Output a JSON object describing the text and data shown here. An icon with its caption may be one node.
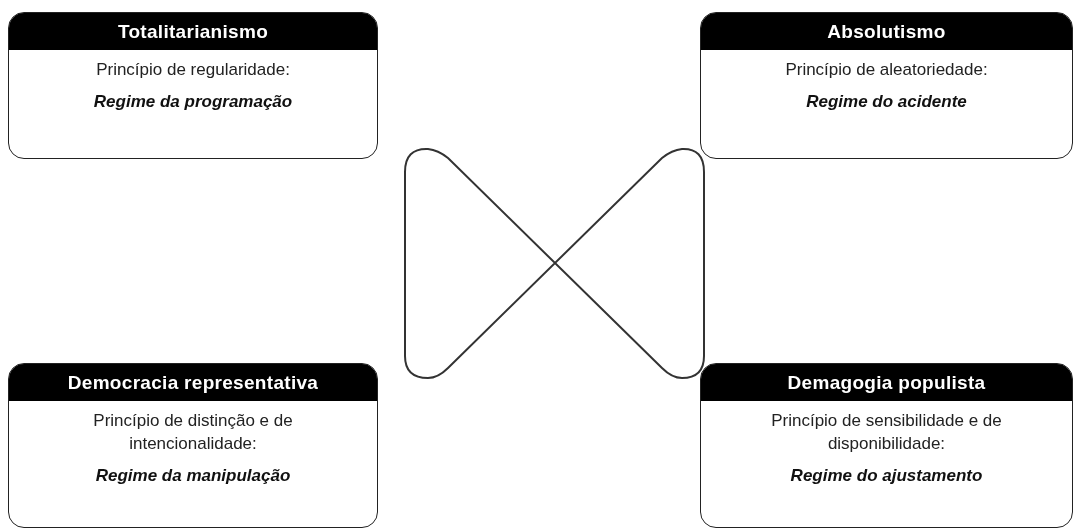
{
  "diagram": {
    "nodes": [
      {
        "text": [
          "Totalitarianismo",
          "Princípio de regularidade:",
          "Regime da programação"
        ]
      },
      {
        "text": [
          "Absolutismo",
          "Princípio de aleatoriedade:",
          "Regime do acidente"
        ]
      },
      {
        "text": [
          "Democracia representativa",
          "Princípio de distinção e de intencionalidade:",
          "Regime da manipulação"
        ]
      },
      {
        "text": [
          "Demagogia populista",
          "Princípio de sensibilidade e de disponibilidade:",
          "Regime do ajustamento"
        ]
      }
    ]
  }
}
